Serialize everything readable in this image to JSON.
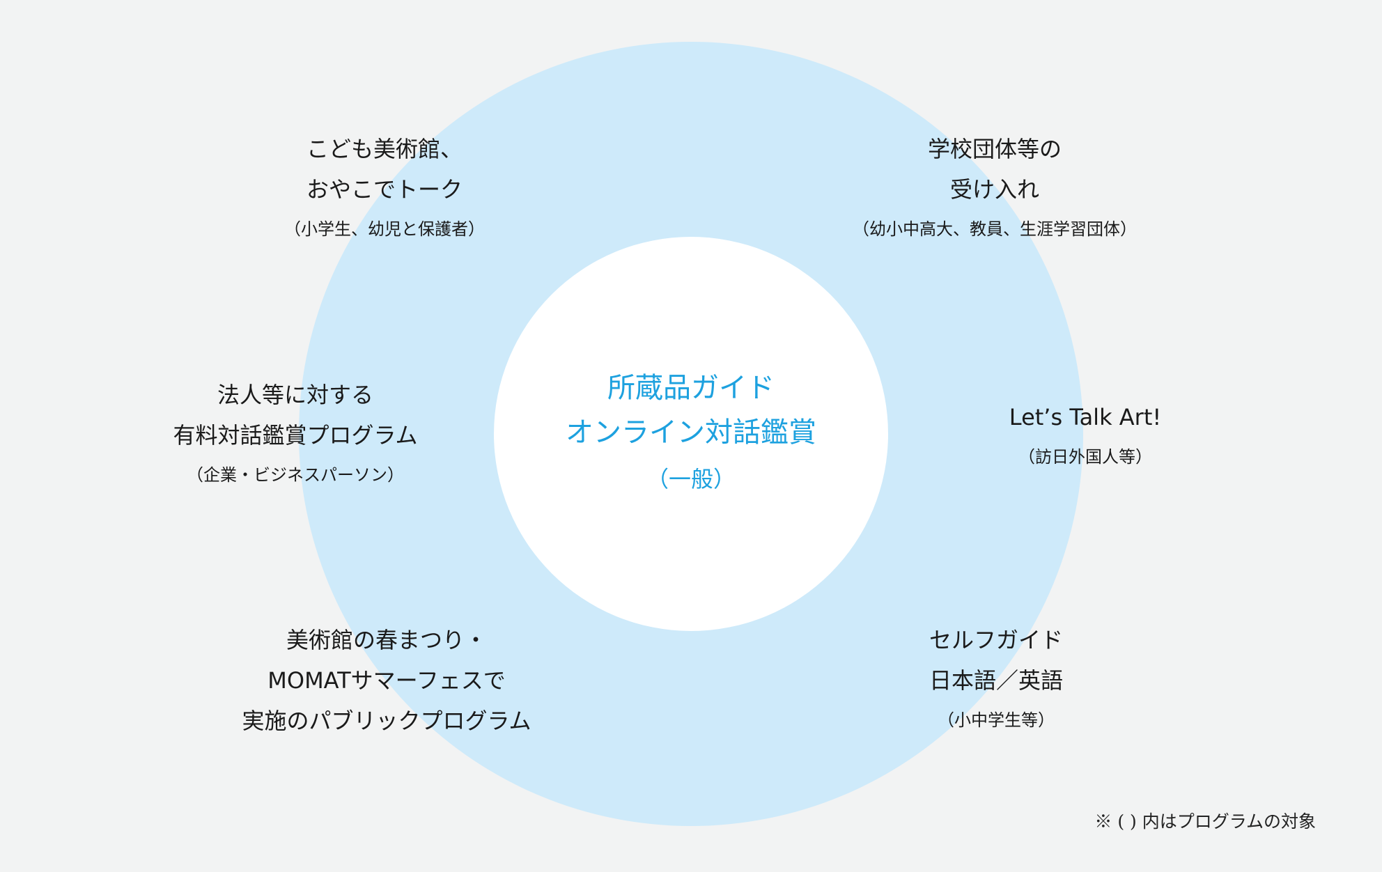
{
  "center": {
    "line1": "所蔵品ガイド",
    "line2": "オンライン対話鑑賞",
    "sub": "（一般）"
  },
  "programs": {
    "top_left": {
      "line1": "こども美術館、",
      "line2": "おやこでトーク",
      "sub": "（小学生、幼児と保護者）"
    },
    "top_right": {
      "line1": "学校団体等の",
      "line2": "受け入れ",
      "sub": "（幼小中高大、教員、生涯学習団体）"
    },
    "mid_left": {
      "line1": "法人等に対する",
      "line2": "有料対話鑑賞プログラム",
      "sub": "（企業・ビジネスパーソン）"
    },
    "mid_right": {
      "line1": "Let’s Talk Art!",
      "sub": "（訪日外国人等）"
    },
    "bottom_left": {
      "line1": "美術館の春まつり・",
      "line2": "MOMATサマーフェスで",
      "line3": "実施のパブリックプログラム"
    },
    "bottom_right": {
      "line1": "セルフガイド",
      "line2": "日本語／英語",
      "sub": "（小中学生等）"
    }
  },
  "footnote": "※ ( ) 内はプログラムの対象",
  "colors": {
    "background": "#f2f3f3",
    "ring": "#ceeafa",
    "center_fill": "#ffffff",
    "accent_text": "#1da1df",
    "body_text": "#1a1a1a"
  }
}
